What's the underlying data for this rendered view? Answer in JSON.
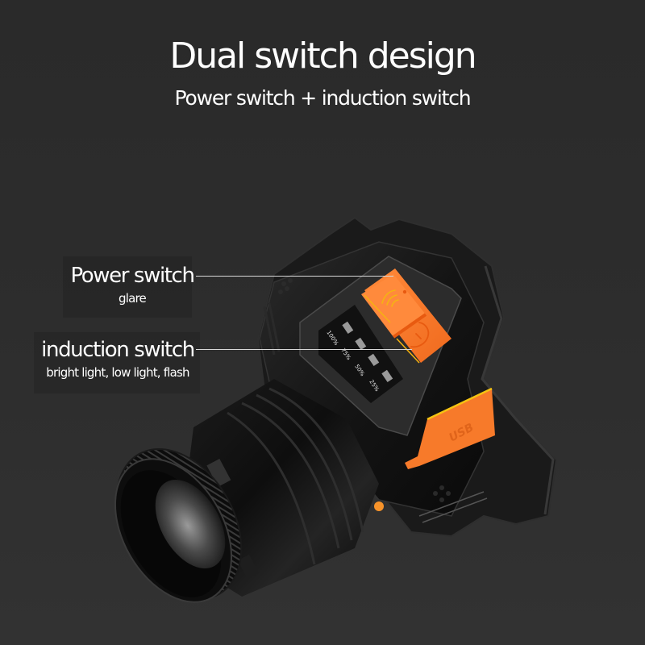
{
  "header": {
    "title": "Dual switch design",
    "subtitle": "Power switch + induction switch"
  },
  "callouts": [
    {
      "label": "Power switch",
      "description": "glare"
    },
    {
      "label": "induction switch",
      "description": "bright light, low light, flash"
    }
  ],
  "product": {
    "name": "headlamp",
    "battery_indicator": [
      "100%",
      "75%",
      "50%",
      "25%"
    ],
    "usb_cover_label": "USB",
    "icons": [
      "induction-wave-icon",
      "power-icon"
    ]
  },
  "colors": {
    "background": "#2b2b2b",
    "accent_orange": "#f77a2a",
    "accent_yellow": "#f5b312",
    "body_black": "#111111",
    "text": "#ffffff"
  }
}
